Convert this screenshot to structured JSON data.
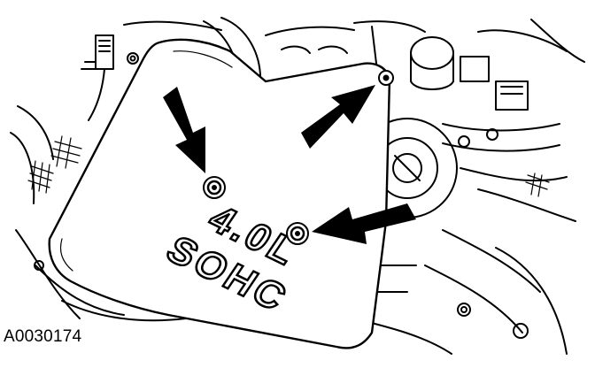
{
  "figure": {
    "id_label": "A0030174",
    "engine_text_line1": "4.0L",
    "engine_text_line2": "SOHC",
    "callout_count": 3
  },
  "colors": {
    "ink": "#000000",
    "paper": "#ffffff"
  }
}
